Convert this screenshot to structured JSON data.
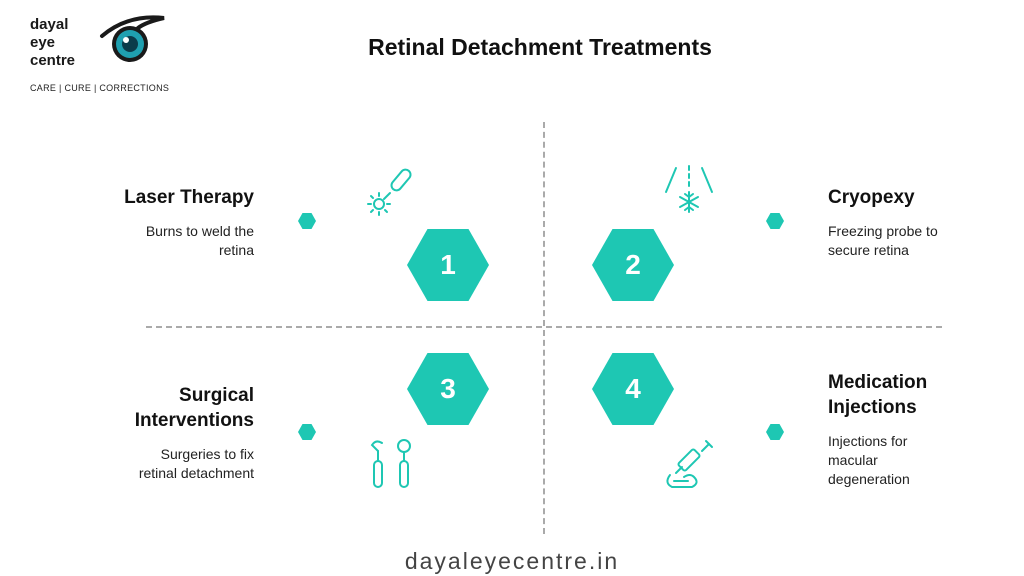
{
  "brand": {
    "name_lines": [
      "dayal",
      "eye",
      "centre"
    ],
    "tagline": "CARE | CURE | CORRECTIONS"
  },
  "title": "Retinal Detachment Treatments",
  "treatments": [
    {
      "number": "1",
      "heading_lines": [
        "Laser Therapy"
      ],
      "description_lines": [
        "Burns to weld the",
        "retina"
      ],
      "icon": "laser-icon"
    },
    {
      "number": "2",
      "heading_lines": [
        "Cryopexy"
      ],
      "description_lines": [
        "Freezing probe to",
        "secure retina"
      ],
      "icon": "cryo-snowflake-icon"
    },
    {
      "number": "3",
      "heading_lines": [
        "Surgical",
        "Interventions"
      ],
      "description_lines": [
        "Surgeries to fix",
        "retinal detachment"
      ],
      "icon": "surgical-tools-icon"
    },
    {
      "number": "4",
      "heading_lines": [
        "Medication",
        "Injections"
      ],
      "description_lines": [
        "Injections for",
        "macular",
        "degeneration"
      ],
      "icon": "syringe-icon"
    }
  ],
  "footer": "dayaleyecentre.in",
  "colors": {
    "accent": "#1ec7b3",
    "divider": "#aaaaaa",
    "text": "#111111"
  }
}
